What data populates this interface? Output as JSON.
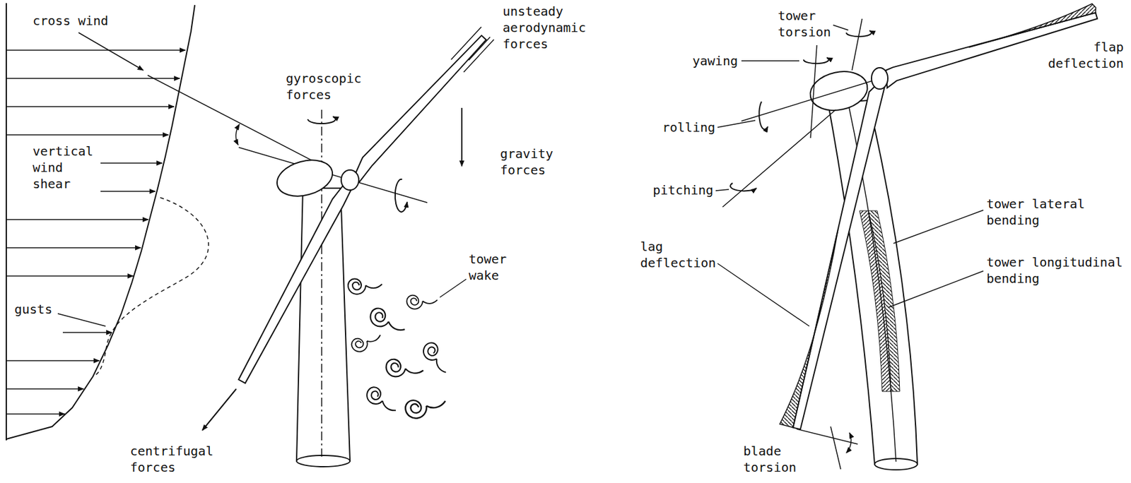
{
  "diagram": {
    "labels": [
      "cross wind",
      "vertical wind shear",
      "gusts",
      "gyroscopic forces",
      "unsteady aerodynamic forces",
      "gravity forces",
      "tower wake",
      "centrifugal forces",
      "tower torsion",
      "yawing",
      "flap deflection",
      "rolling",
      "pitching",
      "lag deflection",
      "tower lateral bending",
      "tower longitudinal bending",
      "blade torsion"
    ]
  }
}
